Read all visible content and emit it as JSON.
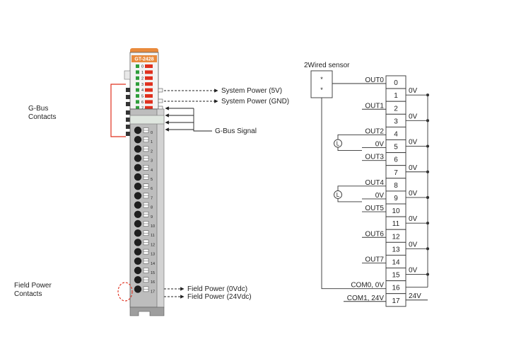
{
  "module": {
    "model": "GT-2428",
    "led_labels": [
      "0",
      "1",
      "2",
      "3",
      "4",
      "5",
      "6",
      "7"
    ],
    "terminal_labels": [
      "0",
      "1",
      "2",
      "3",
      "4",
      "5",
      "6",
      "7",
      "8",
      "9",
      "10",
      "11",
      "12",
      "13",
      "14",
      "15",
      "16",
      "17"
    ]
  },
  "left_labels": {
    "gbus_contacts": [
      "G-Bus",
      "Contacts"
    ],
    "field_power_contacts": [
      "Field Power",
      "Contacts"
    ]
  },
  "right_labels": {
    "system_power_5v": "System Power (5V)",
    "system_power_gnd": "System Power (GND)",
    "gbus_signal": "G-Bus Signal",
    "field_power_0v": "Field Power (0Vdc)",
    "field_power_24v": "Field Power (24Vdc)"
  },
  "wiring": {
    "sensor_label": "2Wired sensor",
    "sensor_marks": [
      "*",
      "*"
    ],
    "load_symbol": "L",
    "terminals": [
      "0",
      "1",
      "2",
      "3",
      "4",
      "5",
      "6",
      "7",
      "8",
      "9",
      "10",
      "11",
      "12",
      "13",
      "14",
      "15",
      "16",
      "17"
    ],
    "left_labels": [
      {
        "row": 0,
        "text": "OUT0"
      },
      {
        "row": 2,
        "text": "OUT1"
      },
      {
        "row": 4,
        "text": "OUT2"
      },
      {
        "row": 5,
        "text": "0V"
      },
      {
        "row": 6,
        "text": "OUT3"
      },
      {
        "row": 8,
        "text": "OUT4"
      },
      {
        "row": 9,
        "text": "0V"
      },
      {
        "row": 10,
        "text": "OUT5"
      },
      {
        "row": 12,
        "text": "OUT6"
      },
      {
        "row": 14,
        "text": "OUT7"
      },
      {
        "row": 16,
        "text": "COM0, 0V"
      },
      {
        "row": 17,
        "text": "COM1, 24V"
      }
    ],
    "right_labels": [
      {
        "row": 1,
        "text": "0V"
      },
      {
        "row": 3,
        "text": "0V"
      },
      {
        "row": 5,
        "text": "0V"
      },
      {
        "row": 7,
        "text": "0V"
      },
      {
        "row": 9,
        "text": "0V"
      },
      {
        "row": 11,
        "text": "0V"
      },
      {
        "row": 13,
        "text": "0V"
      },
      {
        "row": 15,
        "text": "0V"
      },
      {
        "row": 17,
        "text": "24V"
      }
    ]
  },
  "colors": {
    "red": "#e0301e",
    "green": "#2e9e3a",
    "orange": "#e98a3c",
    "module_grey": "#b9b9b9",
    "terminal_dark": "#1e1e1e"
  }
}
